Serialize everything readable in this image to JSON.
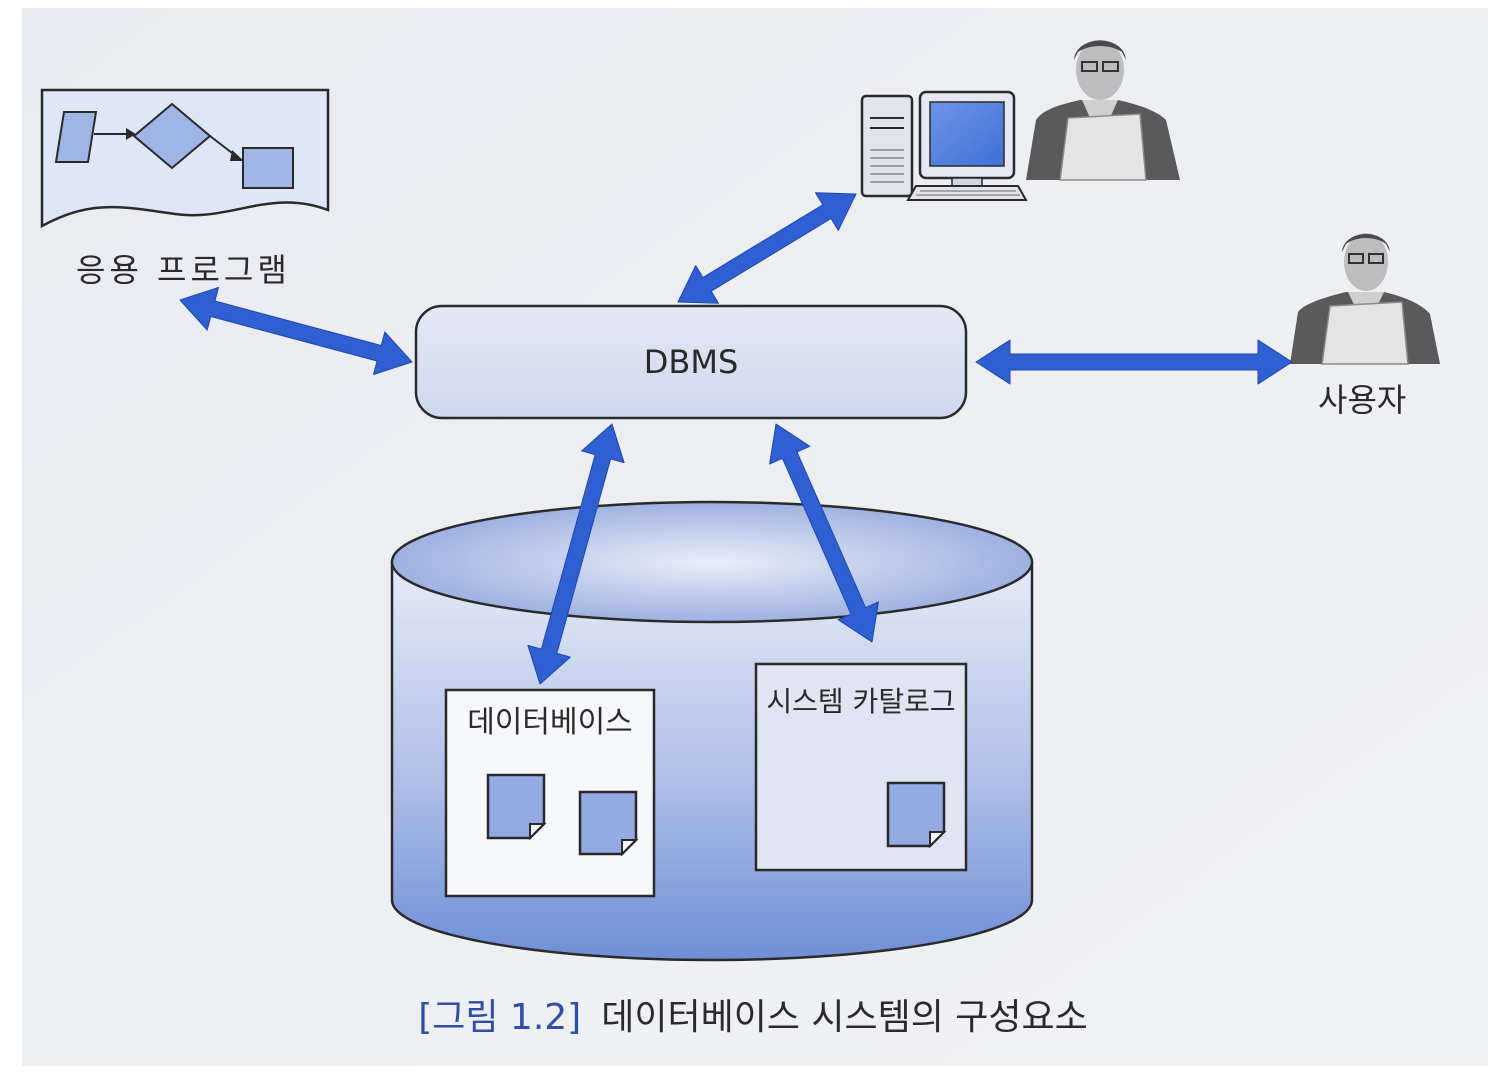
{
  "nodes": {
    "application_program": "응용 프로그램",
    "dbms": "DBMS",
    "user": "사용자",
    "database": "데이터베이스",
    "system_catalog": "시스템 카탈로그"
  },
  "caption": {
    "number": "[그림 1.2]",
    "title": "데이터베이스 시스템의 구성요소"
  },
  "colors": {
    "accent": "#2f5fd0",
    "box_fill": "#dde4f4",
    "cylinder": "#8fa6dd",
    "caption_number": "#2f4fa6"
  }
}
